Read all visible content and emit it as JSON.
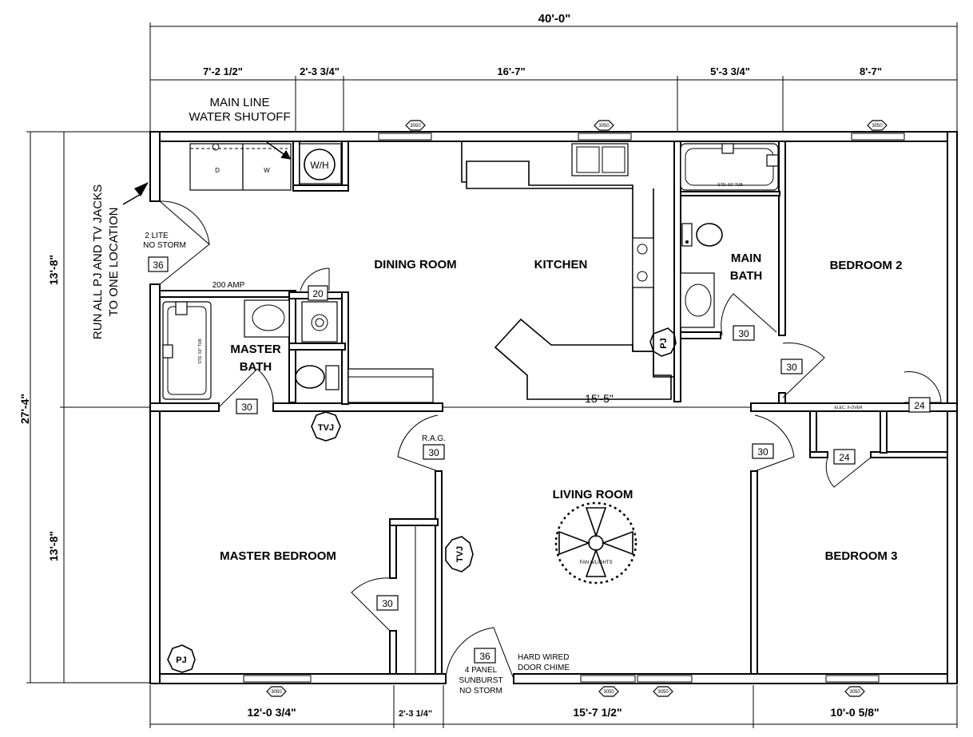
{
  "dimensions": {
    "overall_width": "40'-0\"",
    "top_segments": [
      "7'-2 1/2\"",
      "2'-3 3/4\"",
      "16'-7\"",
      "5'-3 3/4\"",
      "8'-7\""
    ],
    "bottom_segments": [
      "12'-0 3/4\"",
      "2'-3 1/4\"",
      "15'-7 1/2\"",
      "10'-0 5/8\""
    ],
    "overall_depth": "27'-4\"",
    "left_upper": "13'-8\"",
    "left_lower": "13'-8\"",
    "interior_span": "15'-5\""
  },
  "rooms": {
    "dining_room": "DINING ROOM",
    "kitchen": "KITCHEN",
    "main_bath_line1": "MAIN",
    "main_bath_line2": "BATH",
    "bedroom2": "BEDROOM 2",
    "master_bath_line1": "MASTER",
    "master_bath_line2": "BATH",
    "living_room": "LIVING ROOM",
    "master_bedroom": "MASTER BEDROOM",
    "bedroom3": "BEDROOM 3"
  },
  "notes": {
    "main_line_1": "MAIN LINE",
    "main_line_2": "WATER SHUTOFF",
    "run_all_1": "RUN ALL PJ AND TV JACKS",
    "run_all_2": "TO ONE LOCATION",
    "two_lite_1": "2 LITE",
    "two_lite_2": "NO STORM",
    "amp": "200 AMP",
    "rag": "R.A.G.",
    "door_chime_1": "HARD WIRED",
    "door_chime_2": "DOOR CHIME",
    "front_door_1": "4 PANEL",
    "front_door_2": "SUNBURST",
    "front_door_3": "NO STORM",
    "fan": "FAN w/LIGHTS"
  },
  "fixtures": {
    "washer": "W",
    "dryer": "D",
    "water_heater": "W/H",
    "pj": "PJ",
    "tvj": "TVJ",
    "window": "3050",
    "tub": "STD. 60\" TUB",
    "elec": "ELEC. X-OVER"
  },
  "doors": {
    "d36": "36",
    "d20": "20",
    "d30": "30",
    "d24": "24"
  }
}
